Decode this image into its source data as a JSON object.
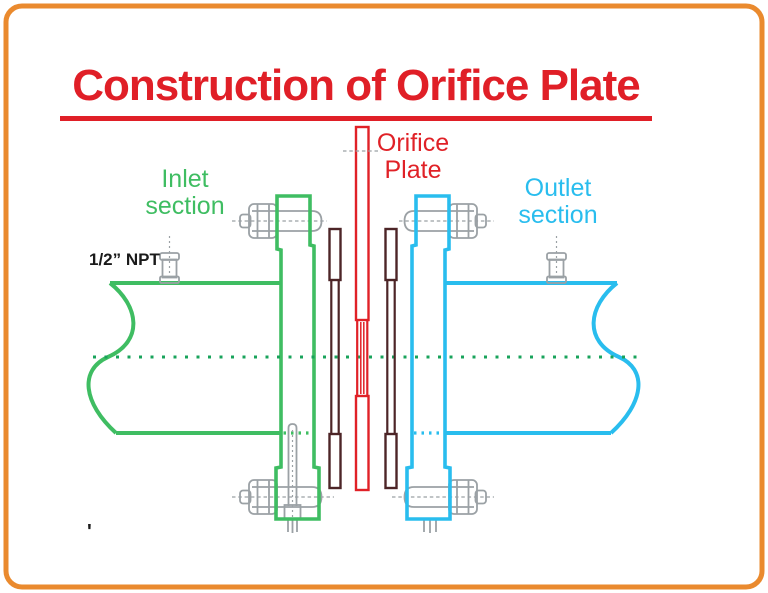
{
  "title": {
    "text": "Construction of Orifice Plate"
  },
  "labels": {
    "orifice_plate": {
      "line1": "Orifice",
      "line2": "Plate"
    },
    "inlet": {
      "line1": "Inlet",
      "line2": "section"
    },
    "outlet": {
      "line1": "Outlet",
      "line2": "section"
    },
    "npt": {
      "text": "1/2” NPT"
    },
    "corner_mark": {
      "text": "'"
    }
  },
  "colors": {
    "background": "#ffffff",
    "border_orange": "#ea8a2e",
    "title_red": "#e01f27",
    "plate_red": "#e02127",
    "inlet_green": "#3fbd62",
    "outlet_cyan": "#29bdee",
    "gasket_maroon": "#4d2527",
    "hardware_gray": "#9ba1a5",
    "centerline_green": "#18a35b",
    "text_black": "#1a1a1a"
  }
}
